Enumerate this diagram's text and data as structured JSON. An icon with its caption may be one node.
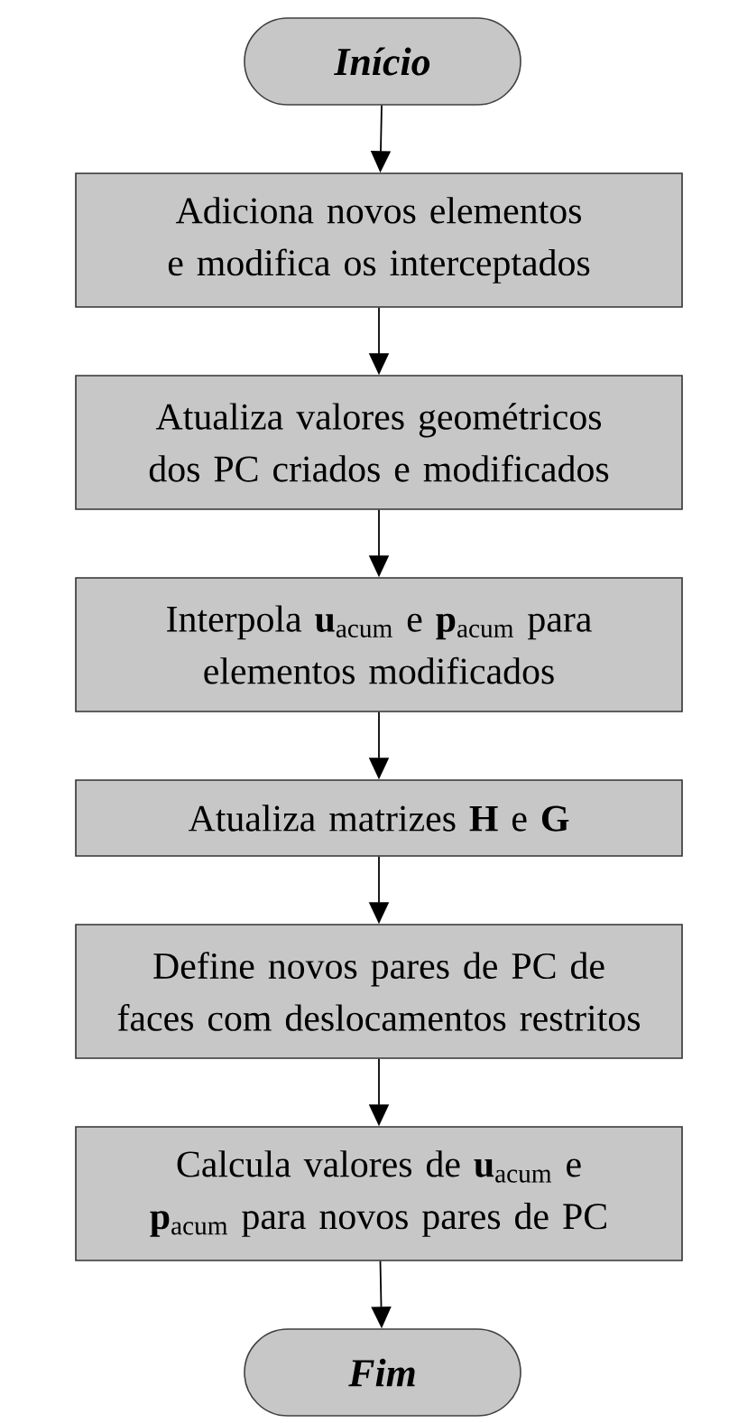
{
  "diagram": {
    "nodes": [
      {
        "text": [
          "Início"
        ]
      },
      {
        "text": [
          "Adiciona novos elementos e modifica os interceptados"
        ]
      },
      {
        "text": [
          "Atualiza valores geométricos dos PC criados e modificados"
        ]
      },
      {
        "text": [
          "Interpola **u**$_{acum}$ e **p**$_{acum}$ para elementos modificados"
        ]
      },
      {
        "text": [
          "Atualiza matrizes **H** e **G**"
        ]
      },
      {
        "text": [
          "Define novos pares de PC de faces com deslocamentos restritos"
        ]
      },
      {
        "text": [
          "Calcula valores de **u**$_{acum}$ e **p**$_{acum}$ para novos pares de PC"
        ]
      },
      {
        "text": [
          "Fim"
        ]
      }
    ],
    "edges": [
      {
        "from": 0,
        "to": 1,
        "arrow": "to"
      },
      {
        "from": 1,
        "to": 2,
        "arrow": "to"
      },
      {
        "from": 2,
        "to": 3,
        "arrow": "to"
      },
      {
        "from": 3,
        "to": 4,
        "arrow": "to"
      },
      {
        "from": 4,
        "to": 5,
        "arrow": "to"
      },
      {
        "from": 5,
        "to": 6,
        "arrow": "to"
      },
      {
        "from": 6,
        "to": 7,
        "arrow": "to"
      }
    ]
  }
}
